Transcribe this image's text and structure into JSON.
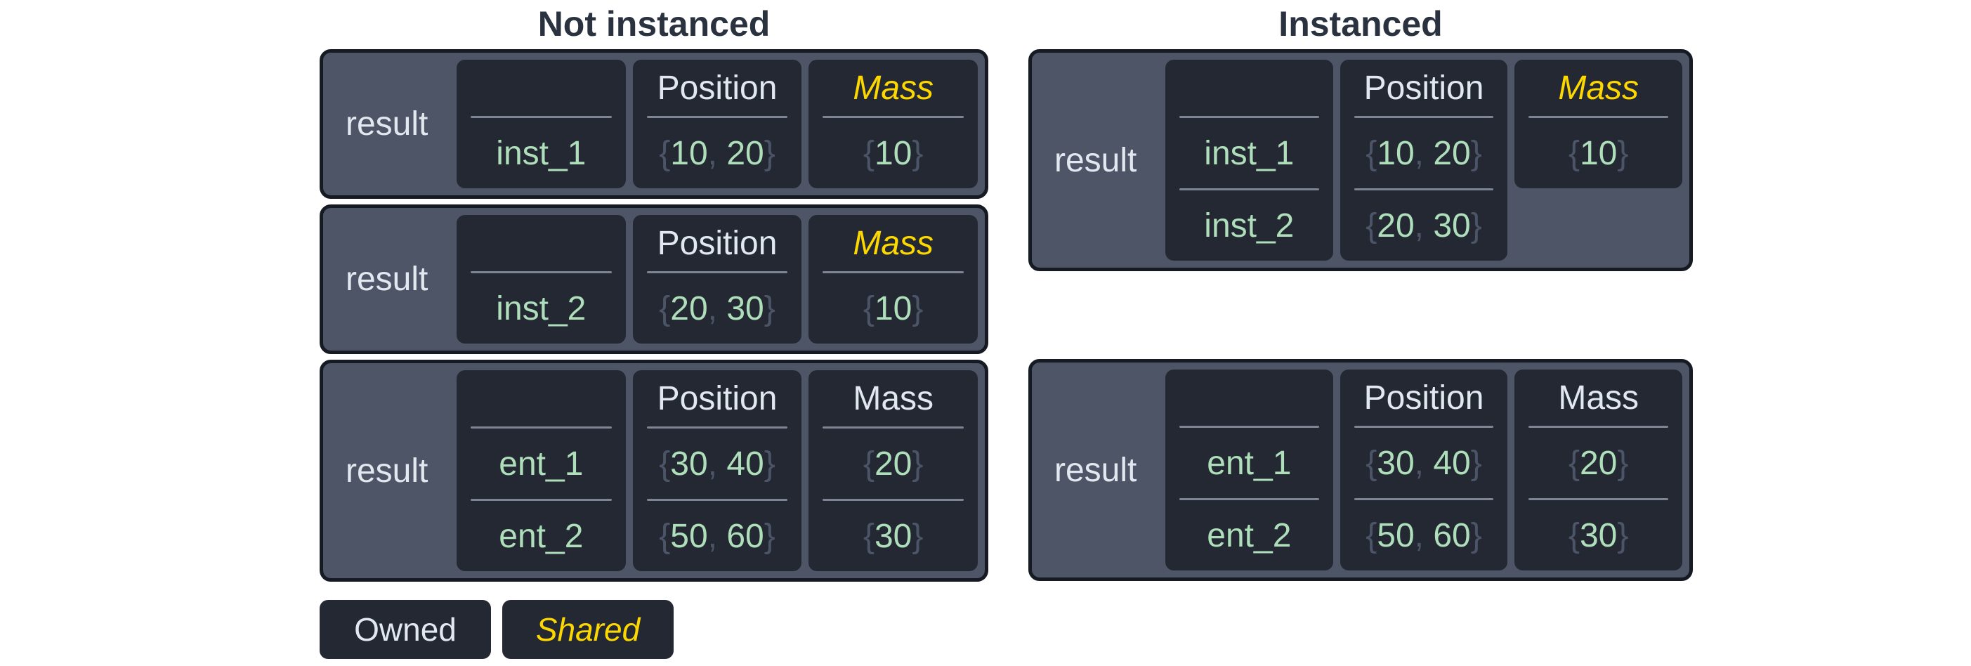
{
  "colors": {
    "page_background": "#ffffff",
    "title_text": "#2a3240",
    "panel_slate": "#4d5566",
    "panel_border": "#161a23",
    "cell_dark": "#232833",
    "light_text": "#e2e8f0",
    "value_green": "#afdebb",
    "punct_gray": "#4c5567",
    "shared_yellow": "#fdd700",
    "divider_gray": "#7d8595"
  },
  "sections": [
    {
      "id": "not-instanced",
      "title": "Not instanced",
      "tables": [
        {
          "label": "result",
          "rows": 1,
          "columns": [
            {
              "header": "",
              "kind": "name",
              "shared": false,
              "values": [
                "inst_1"
              ]
            },
            {
              "header": "Position",
              "kind": "data",
              "shared": false,
              "values": [
                "{10, 20}"
              ]
            },
            {
              "header": "Mass",
              "kind": "data",
              "shared": true,
              "values": [
                "{10}"
              ]
            }
          ]
        },
        {
          "label": "result",
          "rows": 1,
          "columns": [
            {
              "header": "",
              "kind": "name",
              "shared": false,
              "values": [
                "inst_2"
              ]
            },
            {
              "header": "Position",
              "kind": "data",
              "shared": false,
              "values": [
                "{20, 30}"
              ]
            },
            {
              "header": "Mass",
              "kind": "data",
              "shared": true,
              "values": [
                "{10}"
              ]
            }
          ]
        },
        {
          "label": "result",
          "rows": 2,
          "columns": [
            {
              "header": "",
              "kind": "name",
              "shared": false,
              "values": [
                "ent_1",
                "ent_2"
              ]
            },
            {
              "header": "Position",
              "kind": "data",
              "shared": false,
              "values": [
                "{30, 40}",
                "{50, 60}"
              ]
            },
            {
              "header": "Mass",
              "kind": "data",
              "shared": false,
              "values": [
                "{20}",
                "{30}"
              ]
            }
          ]
        }
      ]
    },
    {
      "id": "instanced",
      "title": "Instanced",
      "tables": [
        {
          "label": "result",
          "rows": 2,
          "columns": [
            {
              "header": "",
              "kind": "name",
              "shared": false,
              "values": [
                "inst_1",
                "inst_2"
              ]
            },
            {
              "header": "Position",
              "kind": "data",
              "shared": false,
              "values": [
                "{10, 20}",
                "{20, 30}"
              ]
            },
            {
              "header": "Mass",
              "kind": "data",
              "shared": true,
              "values": [
                "{10}"
              ]
            }
          ]
        },
        {
          "label": "result",
          "rows": 2,
          "columns": [
            {
              "header": "",
              "kind": "name",
              "shared": false,
              "values": [
                "ent_1",
                "ent_2"
              ]
            },
            {
              "header": "Position",
              "kind": "data",
              "shared": false,
              "values": [
                "{30, 40}",
                "{50, 60}"
              ]
            },
            {
              "header": "Mass",
              "kind": "data",
              "shared": false,
              "values": [
                "{20}",
                "{30}"
              ]
            }
          ]
        }
      ]
    }
  ],
  "legend": [
    {
      "label": "Owned",
      "shared": false
    },
    {
      "label": "Shared",
      "shared": true
    }
  ]
}
